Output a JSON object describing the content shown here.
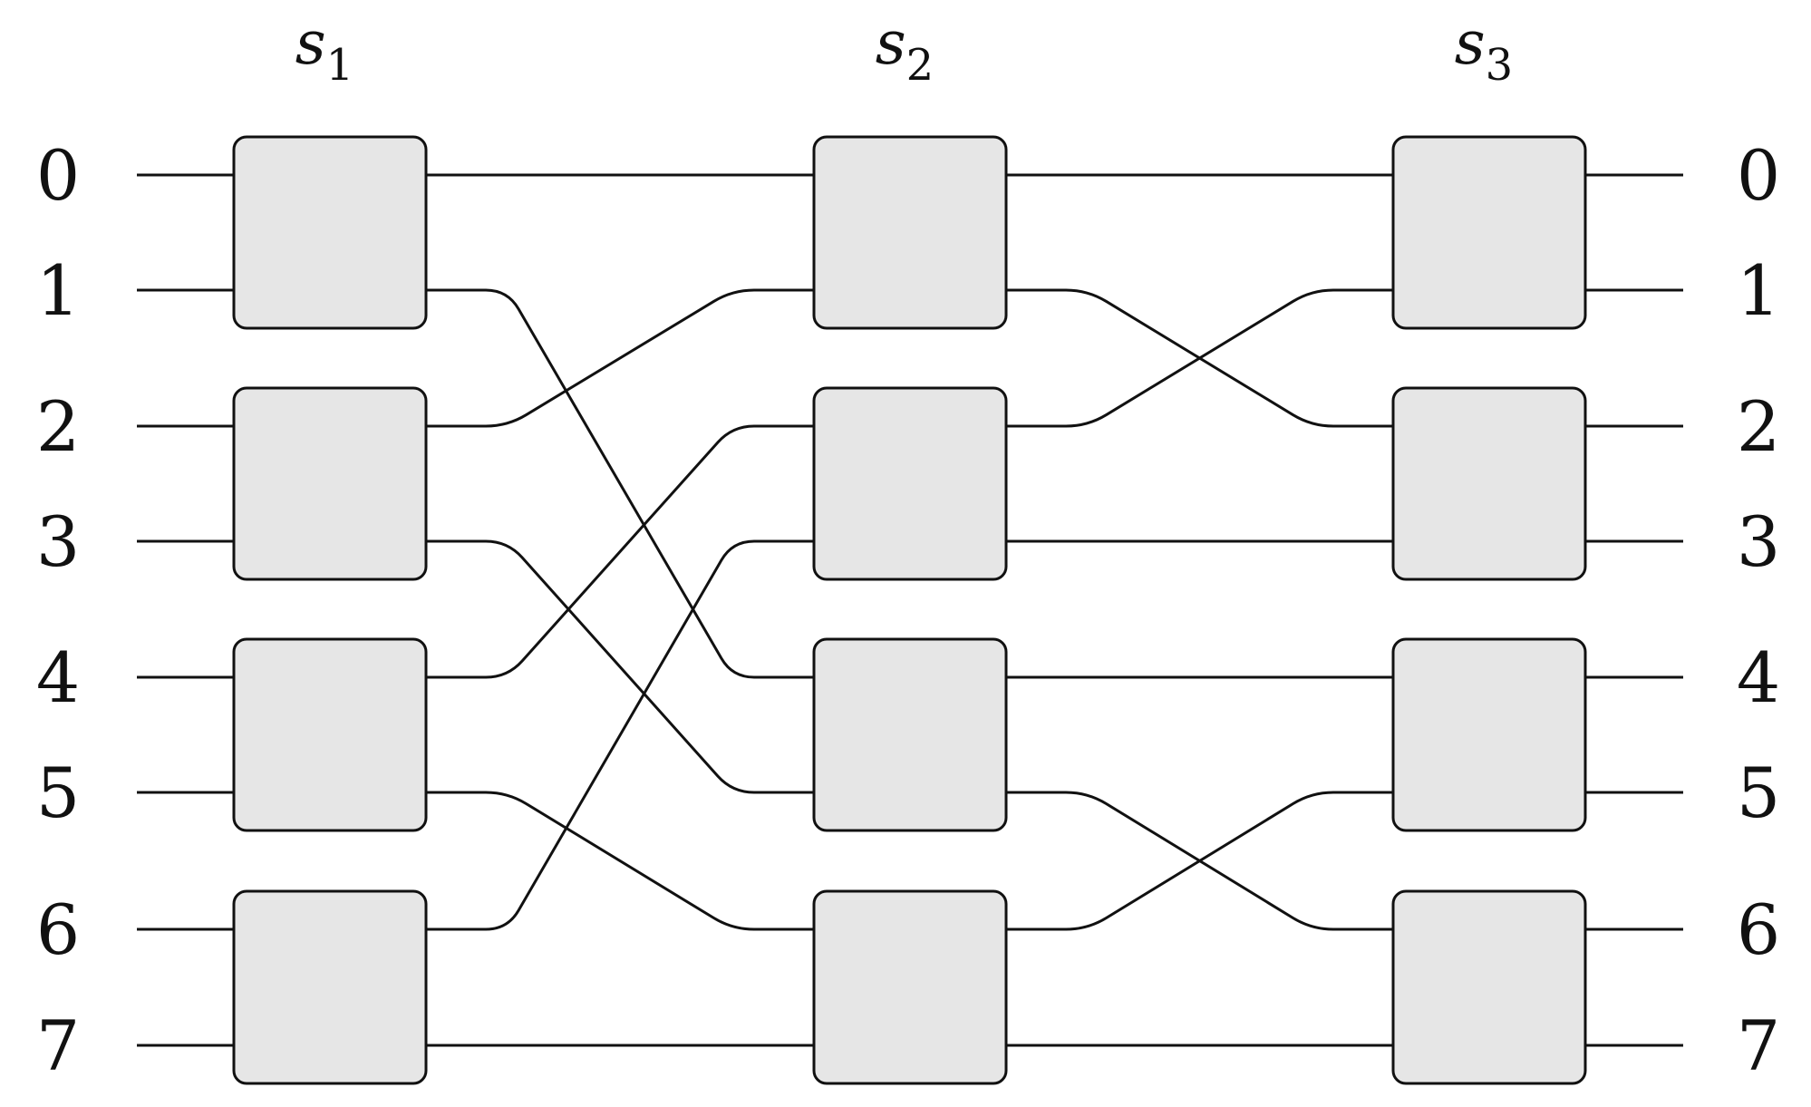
{
  "colors": {
    "switch_fill": "#e6e6e6",
    "line": "#111111",
    "background": "#ffffff"
  },
  "stages": [
    {
      "var": "s",
      "sub": "1"
    },
    {
      "var": "s",
      "sub": "2"
    },
    {
      "var": "s",
      "sub": "3"
    }
  ],
  "input_labels": [
    "0",
    "1",
    "2",
    "3",
    "4",
    "5",
    "6",
    "7"
  ],
  "output_labels": [
    "0",
    "1",
    "2",
    "3",
    "4",
    "5",
    "6",
    "7"
  ],
  "connections": [
    {
      "from_stage": "s1",
      "to_stage": "s2",
      "map": [
        [
          0,
          0
        ],
        [
          1,
          4
        ],
        [
          2,
          1
        ],
        [
          3,
          5
        ],
        [
          4,
          2
        ],
        [
          5,
          6
        ],
        [
          6,
          3
        ],
        [
          7,
          7
        ]
      ]
    },
    {
      "from_stage": "s2",
      "to_stage": "s3",
      "map": [
        [
          0,
          0
        ],
        [
          1,
          2
        ],
        [
          2,
          1
        ],
        [
          3,
          3
        ],
        [
          4,
          4
        ],
        [
          5,
          6
        ],
        [
          6,
          5
        ],
        [
          7,
          7
        ]
      ]
    }
  ]
}
